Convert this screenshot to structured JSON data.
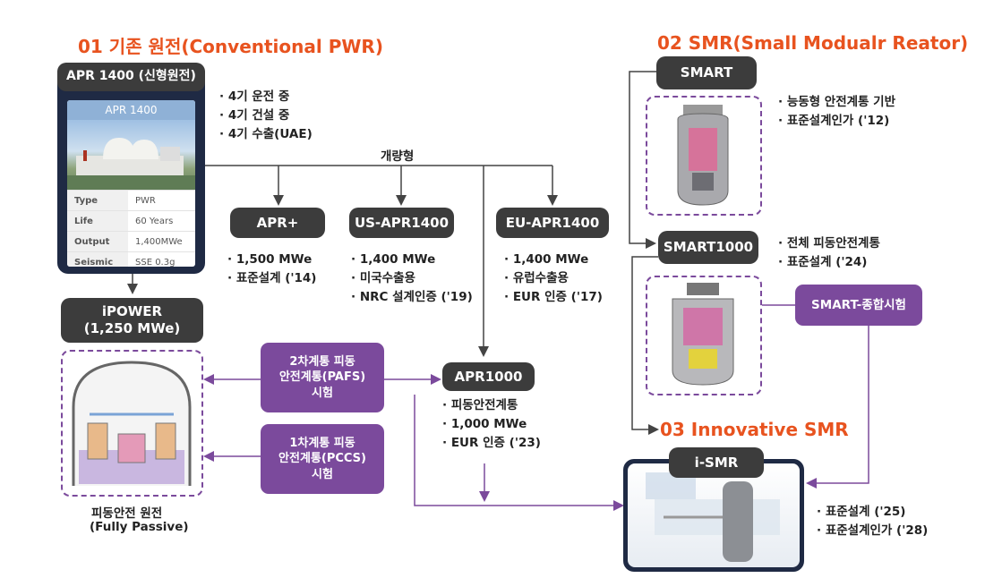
{
  "titles": {
    "conventional": "01 기존 원전(Conventional PWR)",
    "smr": "02 SMR(Small Modualr Reator)",
    "innovative": "03 Innovative SMR"
  },
  "colors": {
    "title_orange": "#e8531f",
    "purple": "#7b4a9c",
    "dark_box": "#3c3c3c",
    "frame_navy": "#1f2a44"
  },
  "apr1400": {
    "box_label": "APR 1400 (신형원전)",
    "card_header": "APR 1400",
    "specs": [
      {
        "key": "Type",
        "value": "PWR"
      },
      {
        "key": "Life",
        "value": "60 Years"
      },
      {
        "key": "Output",
        "value": "1,400MWe"
      },
      {
        "key": "Seismic",
        "value": "SSE 0.3g"
      }
    ],
    "bullets": [
      "· 4기 운전 중",
      "· 4기 건설 중",
      "· 4기 수출(UAE)"
    ]
  },
  "improved_label": "개량형",
  "apr_plus": {
    "label": "APR+",
    "bullets": [
      "· 1,500 MWe",
      "· 표준설계 ('14)"
    ]
  },
  "us_apr1400": {
    "label": "US-APR1400",
    "bullets": [
      "· 1,400 MWe",
      "· 미국수출용",
      "·  NRC 설계인증 ('19)"
    ]
  },
  "eu_apr1400": {
    "label": "EU-APR1400",
    "bullets": [
      "· 1,400 MWe",
      "· 유럽수출용",
      "· EUR 인증 ('17)"
    ]
  },
  "ipower": {
    "label": "iPOWER\n(1,250 MWe)",
    "caption_line1": "피동안전 원전",
    "caption_line2": "(Fully Passive)"
  },
  "pafs": {
    "label": "2차계통 피동\n안전계통(PAFS)\n시험"
  },
  "pccs": {
    "label": "1차계통 피동\n안전계통(PCCS)\n시험"
  },
  "apr1000": {
    "label": "APR1000",
    "bullets": [
      "· 피동안전계통",
      "· 1,000 MWe",
      "·  EUR 인증 ('23)"
    ]
  },
  "smart": {
    "label": "SMART",
    "bullets": [
      "· 능동형 안전계통 기반",
      "· 표준설계인가 ('12)"
    ]
  },
  "smart1000": {
    "label": "SMART1000",
    "bullets": [
      "· 전체 피동안전계통",
      "· 표준설계 ('24)"
    ]
  },
  "smart_test": {
    "label": "SMART-종합시험"
  },
  "ismr": {
    "label": "i-SMR",
    "bullets": [
      "· 표준설계 ('25)",
      "· 표준설계인가 ('28)"
    ]
  }
}
